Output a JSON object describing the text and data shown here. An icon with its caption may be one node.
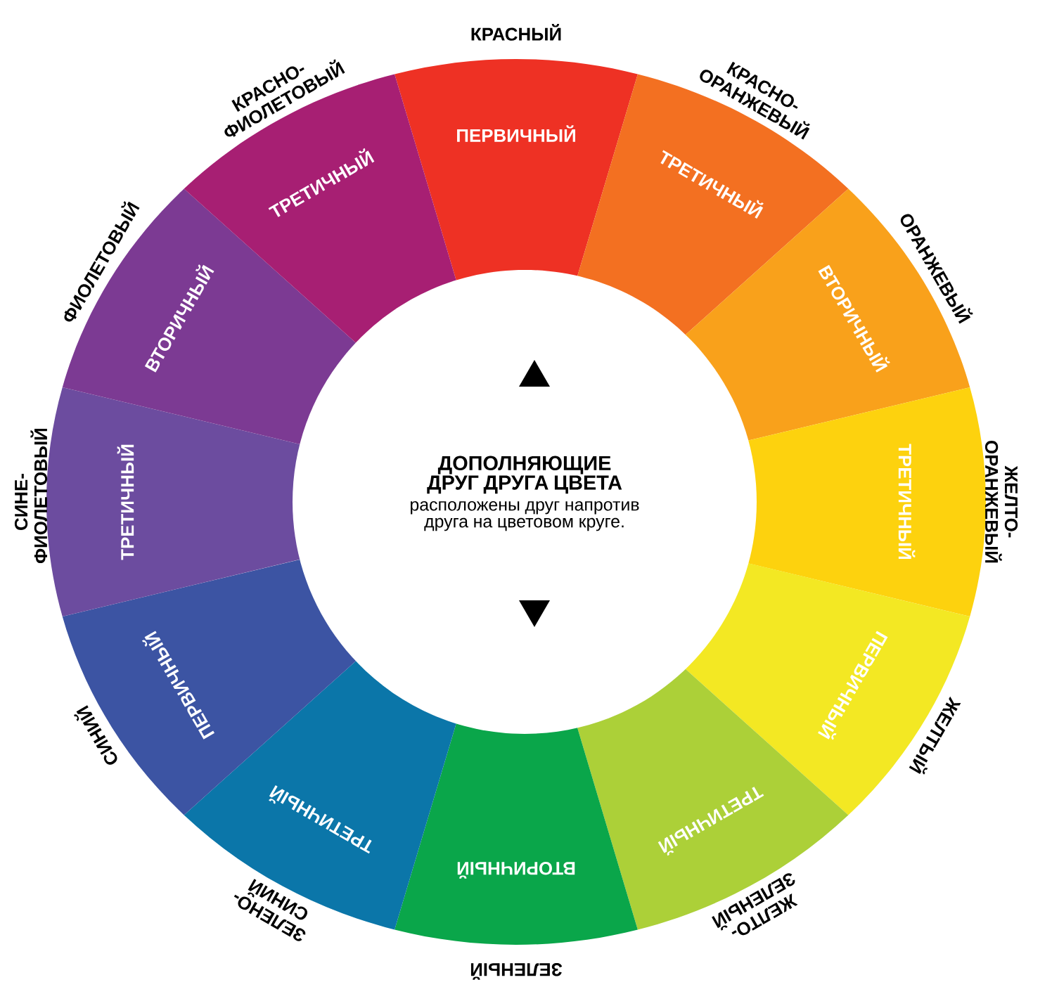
{
  "diagram": {
    "nodes": [
      {
        "text": [
          "ПЕРВИЧНЫЙ"
        ],
        "beside": [
          "КРАСНЫЙ"
        ]
      },
      {
        "text": [
          "ТРЕТИЧНЫЙ"
        ],
        "beside": [
          "КРАСНО-ОРАНЖЕВЫЙ"
        ]
      },
      {
        "text": [
          "ВТОРИЧНЫЙ"
        ],
        "beside": [
          "ОРАНЖЕВЫЙ"
        ]
      },
      {
        "text": [
          "ТРЕТИЧНЫЙ"
        ],
        "beside": [
          "ЖЕЛТО-ОРАНЖЕВЫЙ"
        ]
      },
      {
        "text": [
          "ПЕРВИЧНЫЙ"
        ],
        "beside": [
          "ЖЕЛТЫЙ"
        ]
      },
      {
        "text": [
          "ТРЕТИЧНЫЙ"
        ],
        "beside": [
          "ЖЕЛТО-ЗЕЛЕНЫЙ"
        ]
      },
      {
        "text": [
          "ВТОРИЧНЫЙ"
        ],
        "beside": [
          "ЗЕЛЕНЫЙ"
        ]
      },
      {
        "text": [
          "ТРЕТИЧНЫЙ"
        ],
        "beside": [
          "ЗЕЛЕНО-СИНИЙ"
        ]
      },
      {
        "text": [
          "ПЕРВИЧНЫЙ"
        ],
        "beside": [
          "СИНИЙ"
        ]
      },
      {
        "text": [
          "ТРЕТИЧНЫЙ"
        ],
        "beside": [
          "СИНЕ-ФИОЛЕТОВЫЙ"
        ]
      },
      {
        "text": [
          "ВТОРИЧНЫЙ"
        ],
        "beside": [
          "ФИОЛЕТОВЫЙ"
        ]
      },
      {
        "text": [
          "ТРЕТИЧНЫЙ"
        ],
        "beside": [
          "КРАСНО-ФИОЛЕТОВЫЙ"
        ]
      },
      {
        "text": [
          "ДОПОЛНЯЮЩИЕ ДРУГ ДРУГА ЦВЕТА",
          "расположены друг напротив друга на цветовом круге."
        ]
      }
    ]
  }
}
